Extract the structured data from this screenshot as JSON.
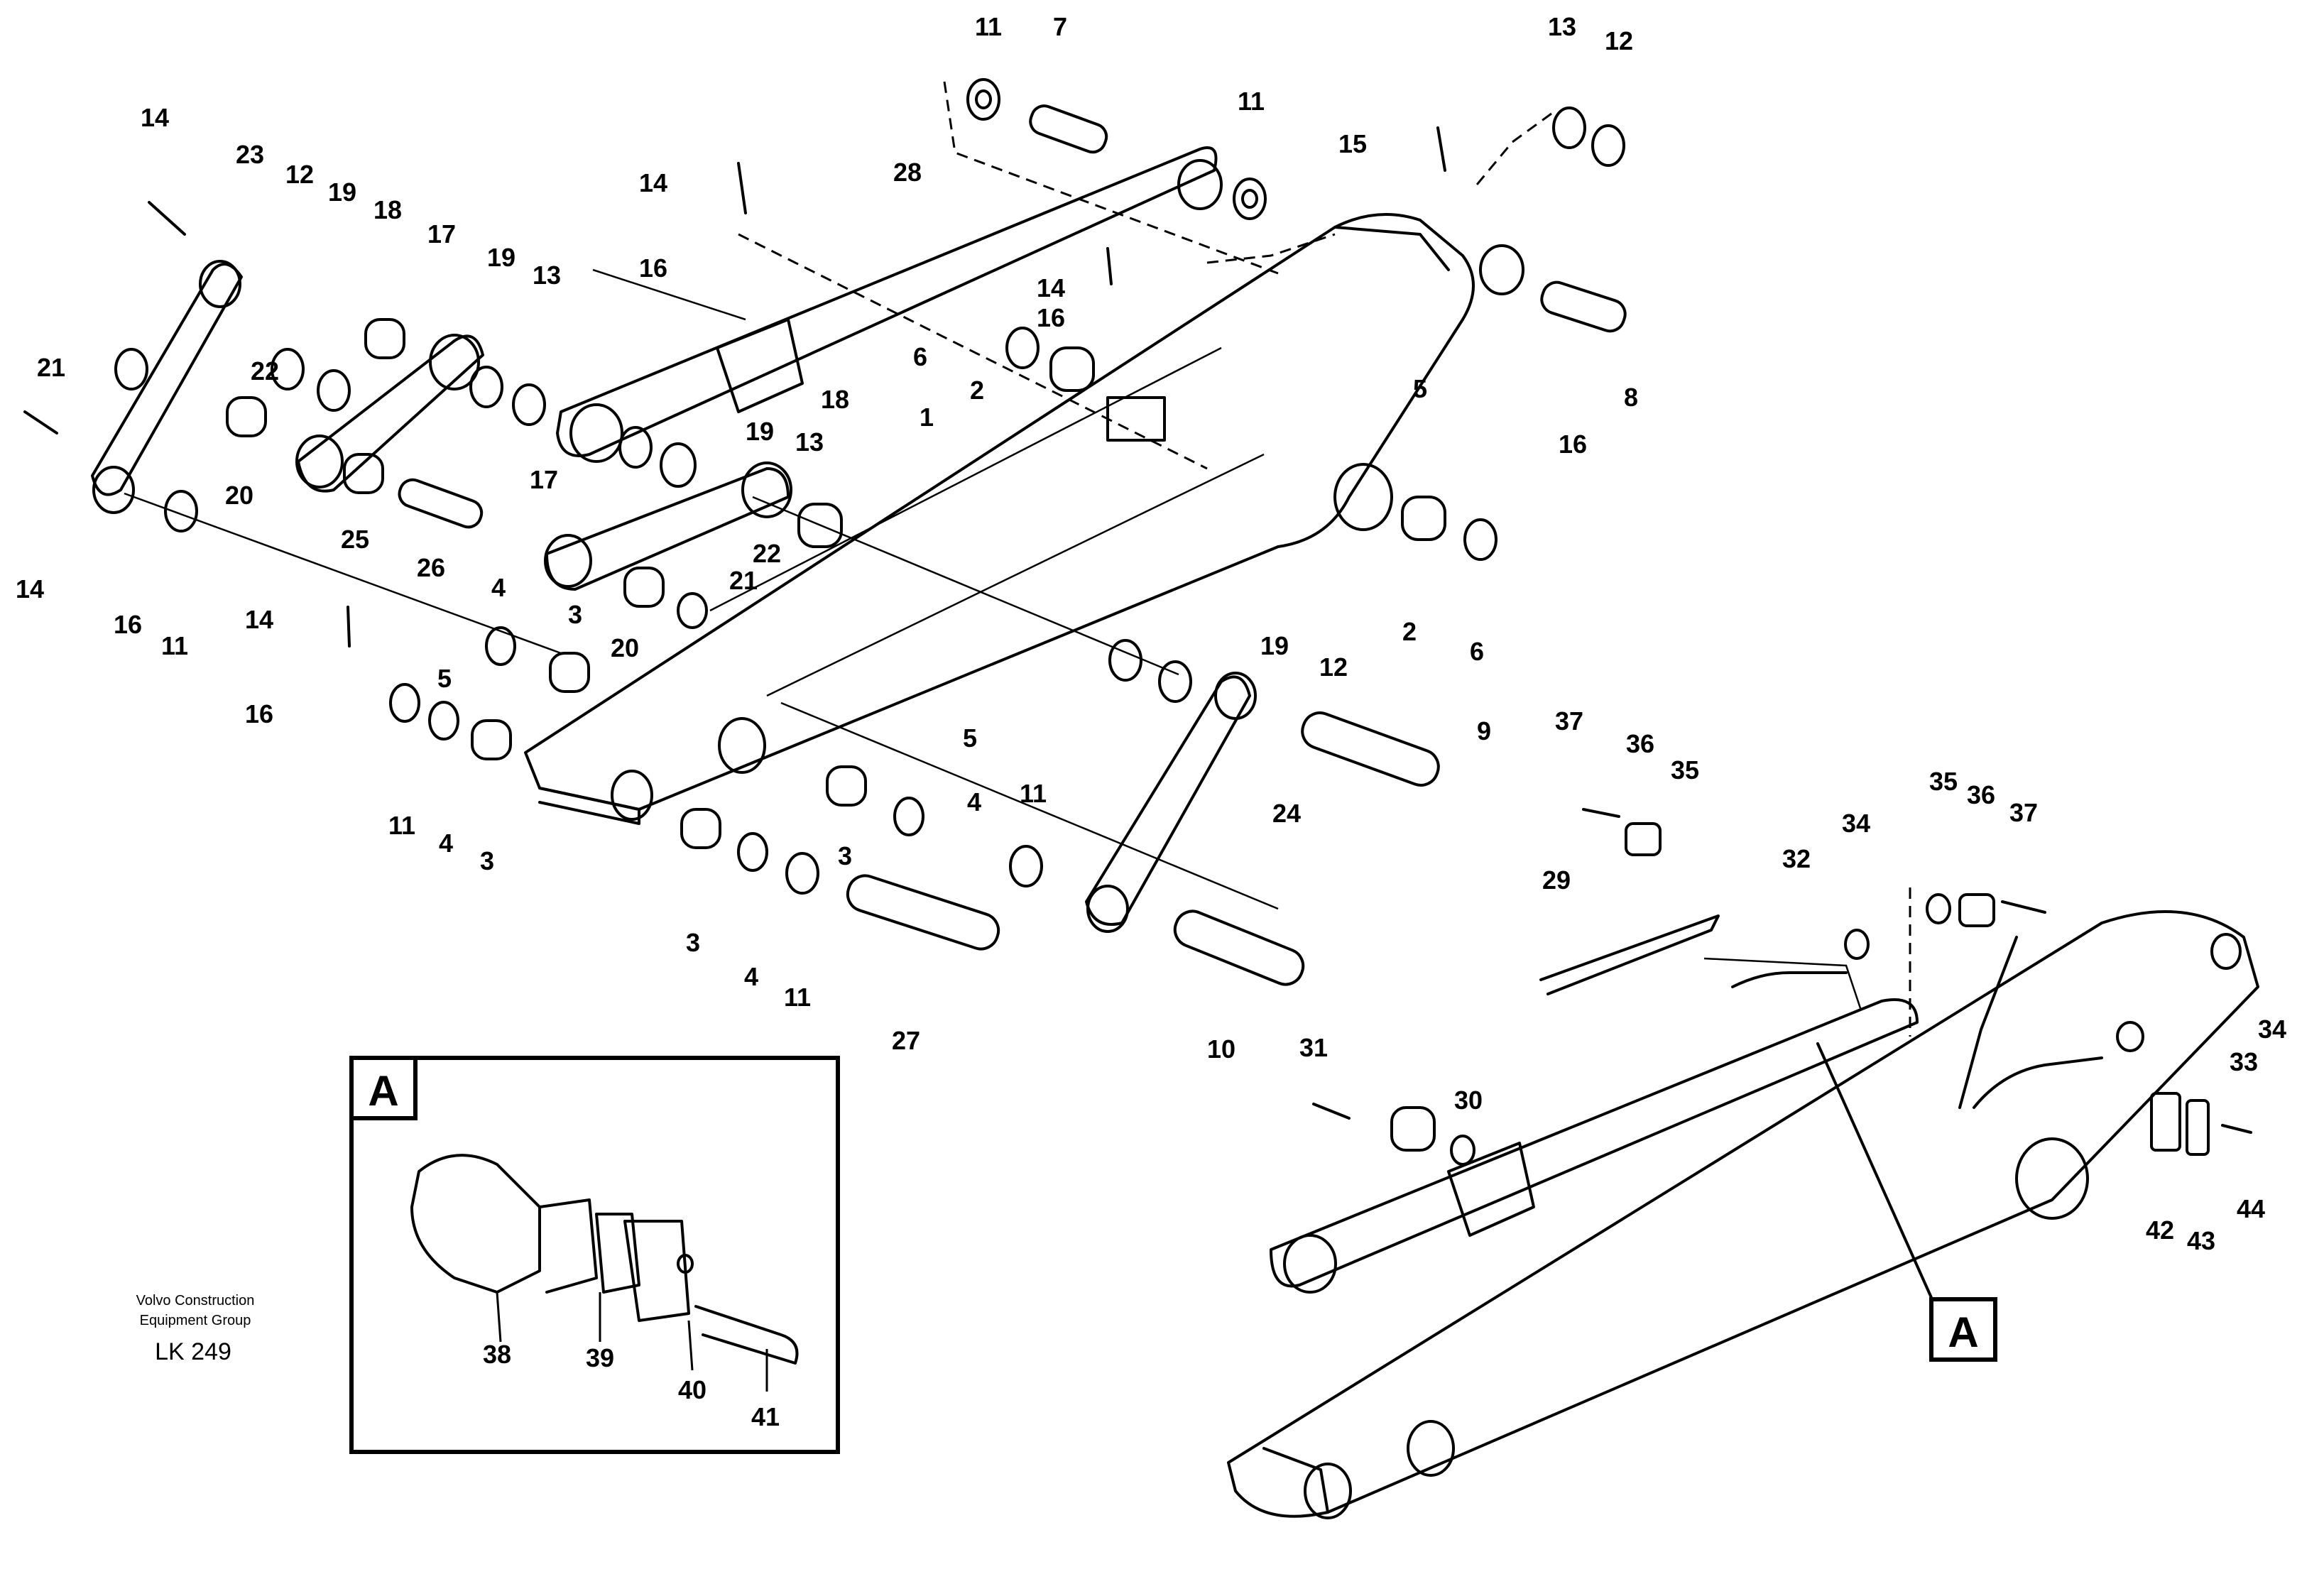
{
  "drawing": {
    "publisher_line1": "Volvo Construction",
    "publisher_line2": "Equipment Group",
    "drawing_code": "LK 249"
  },
  "detail": {
    "label": "A"
  },
  "part_numbers": [
    "1",
    "2",
    "3",
    "4",
    "5",
    "6",
    "7",
    "8",
    "9",
    "10",
    "11",
    "12",
    "13",
    "14",
    "15",
    "16",
    "17",
    "18",
    "19",
    "20",
    "21",
    "22",
    "23",
    "24",
    "25",
    "26",
    "27",
    "28",
    "29",
    "30",
    "31",
    "32",
    "33",
    "34",
    "35",
    "36",
    "37",
    "38",
    "39",
    "40",
    "41",
    "42",
    "43",
    "44"
  ]
}
